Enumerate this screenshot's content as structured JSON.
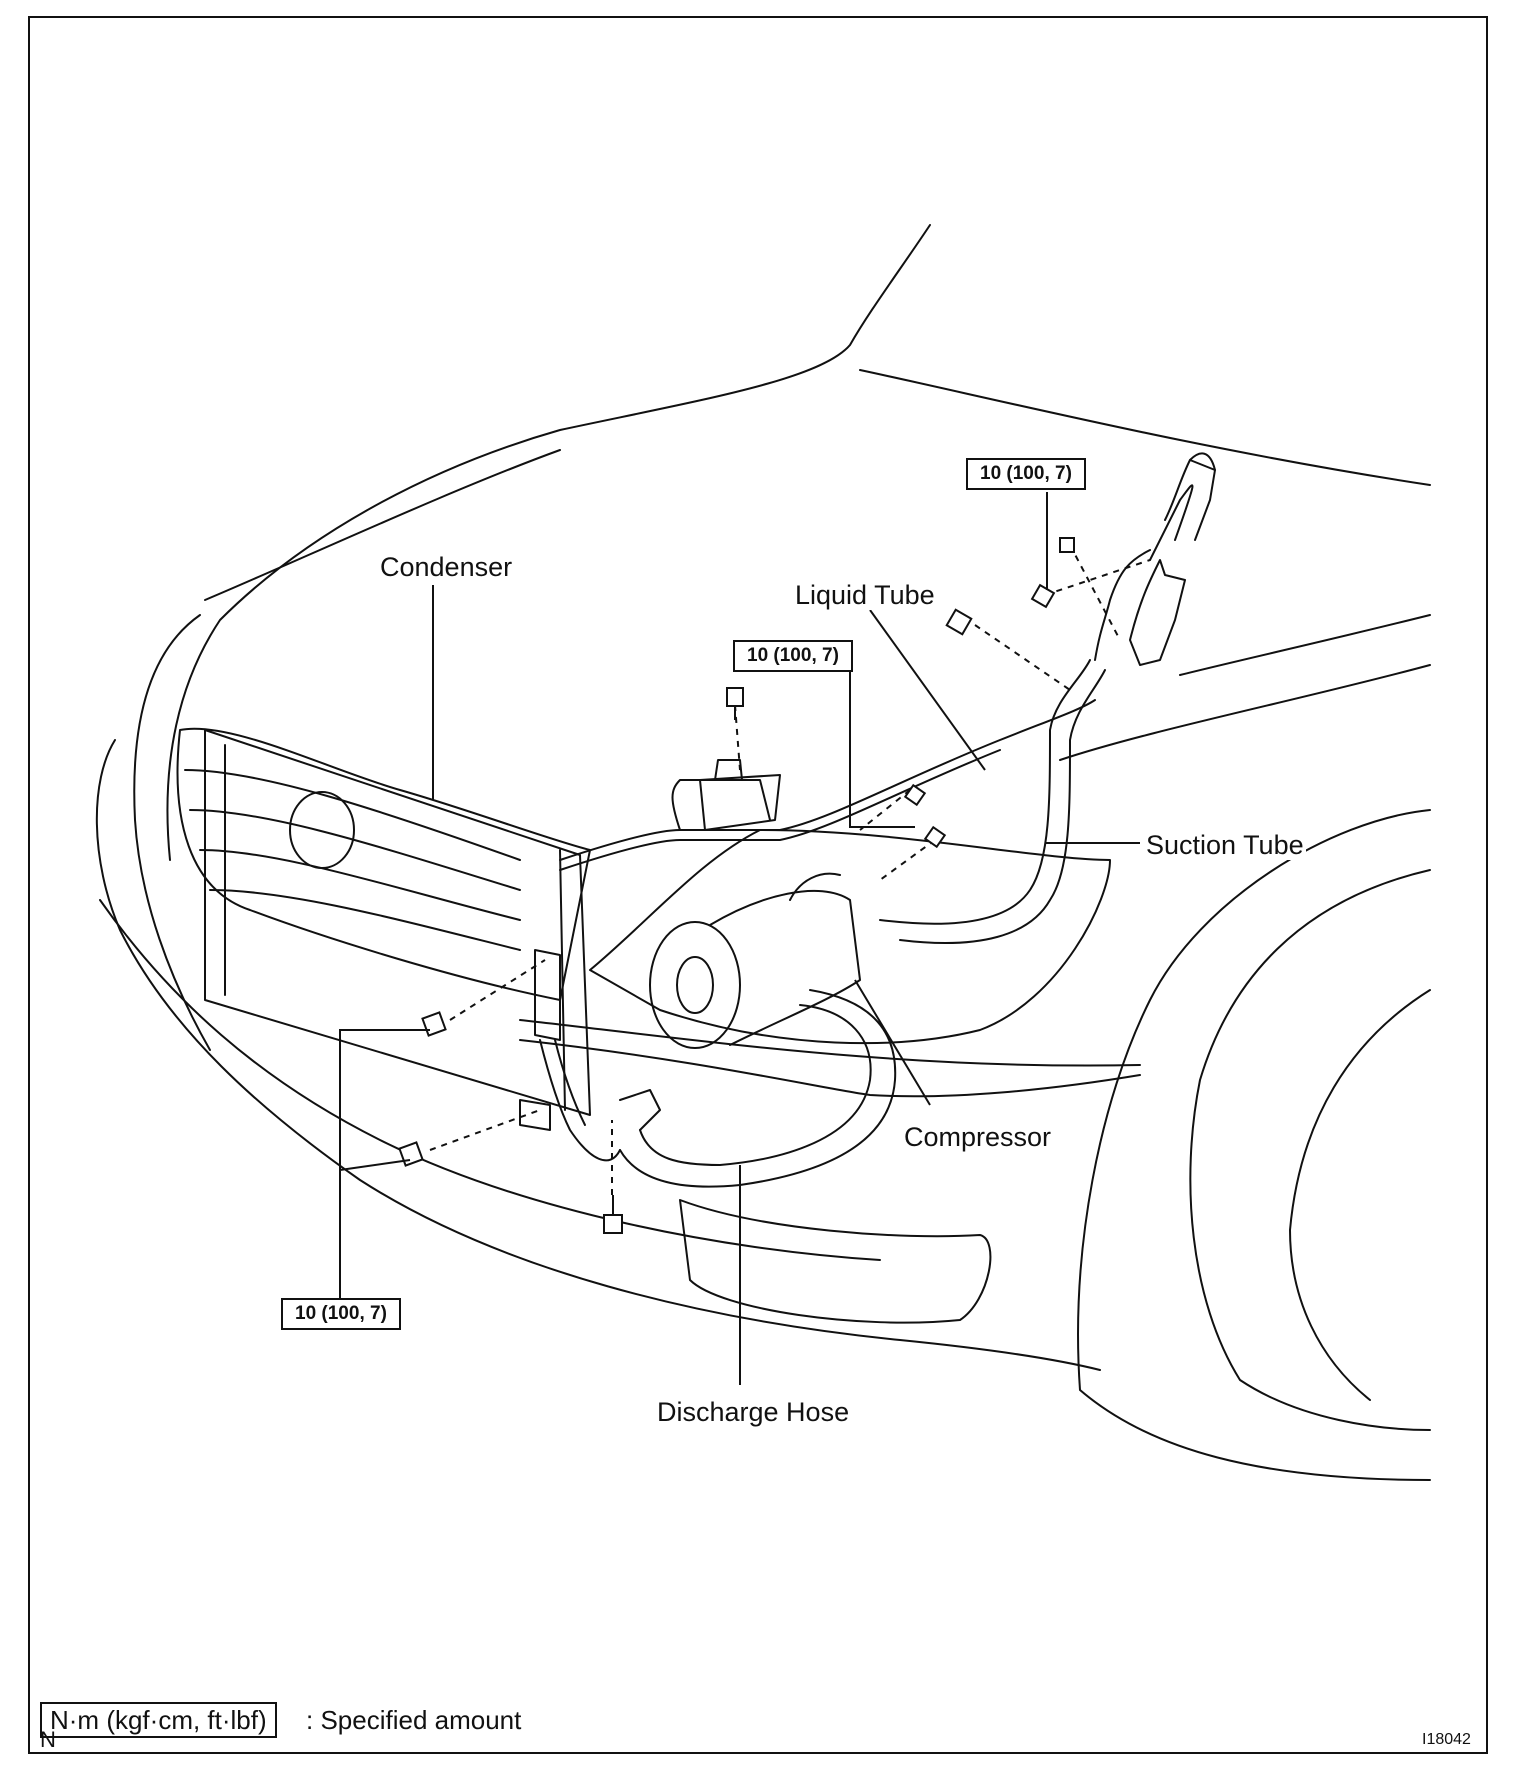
{
  "labels": {
    "condenser": "Condenser",
    "liquid_tube": "Liquid Tube",
    "suction_tube": "Suction Tube",
    "compressor": "Compressor",
    "discharge_hose": "Discharge Hose"
  },
  "torque_labels": {
    "top_right": "10 (100, 7)",
    "middle": "10 (100, 7)",
    "lower_left": "10 (100, 7)"
  },
  "legend": {
    "unit": "N·m (kgf·cm, ft·lbf)",
    "description": ": Specified amount"
  },
  "corner_letter": "N",
  "figure_code": "I18042"
}
